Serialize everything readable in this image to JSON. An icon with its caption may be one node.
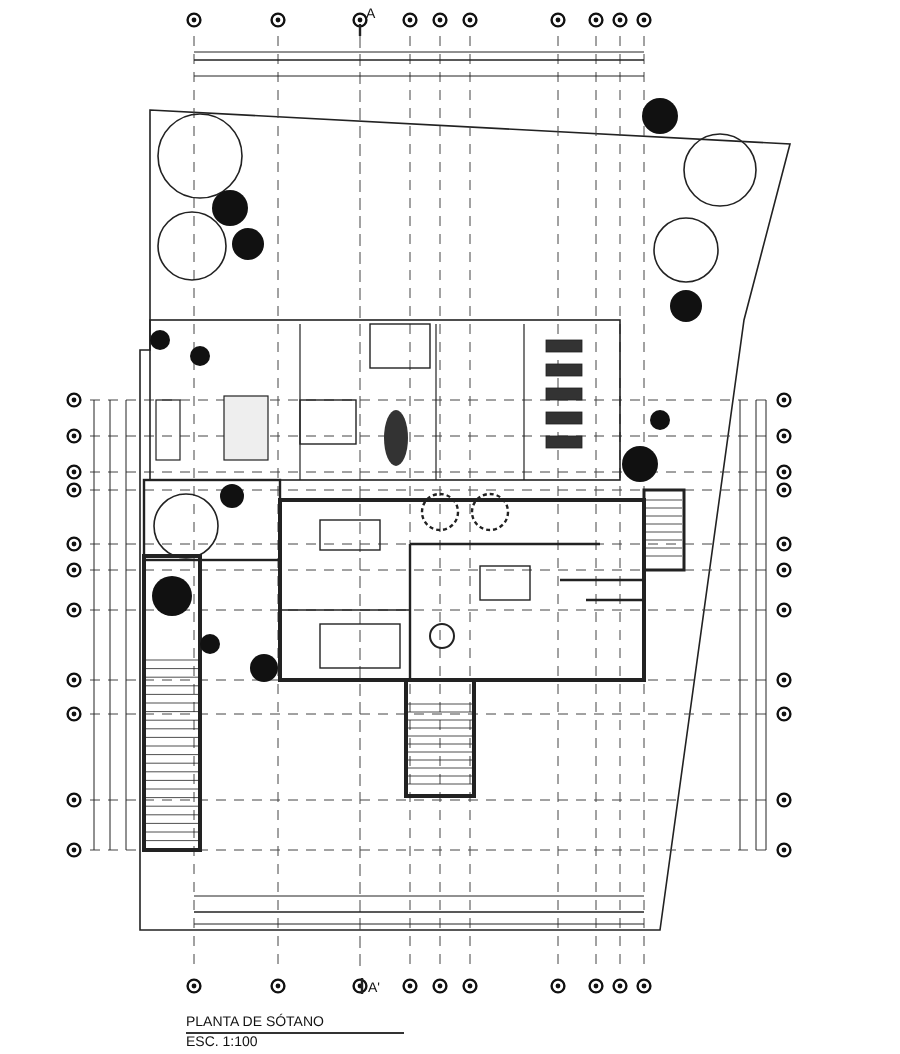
{
  "diagram": {
    "title": "PLANTA DE SÓTANO",
    "caption": "ESC. 1:100",
    "labels": [
      "A",
      "A'"
    ]
  }
}
